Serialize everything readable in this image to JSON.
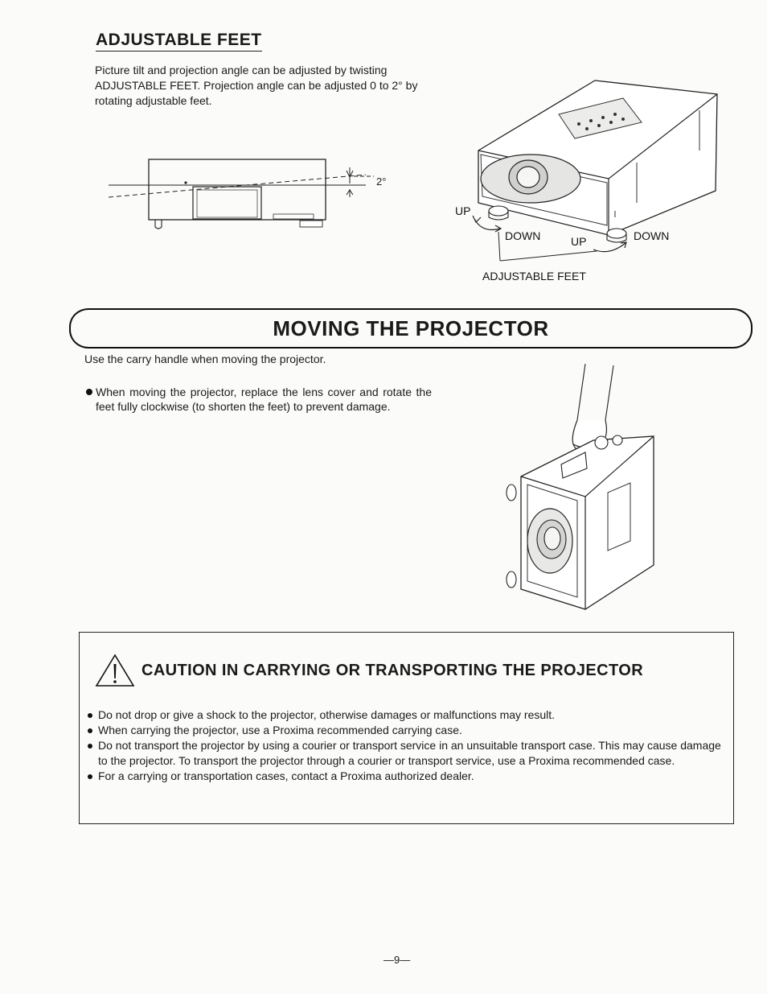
{
  "adjustable_feet": {
    "heading": "ADJUSTABLE FEET",
    "paragraph": "Picture tilt and projection angle can be adjusted by twisting ADJUSTABLE FEET. Projection angle can be adjusted 0 to 2° by rotating adjustable feet.",
    "angle_label": "2°",
    "label_up_left": "UP",
    "label_down_left": "DOWN",
    "label_up_right": "UP",
    "label_down_right": "DOWN",
    "label_feet": "ADJUSTABLE FEET"
  },
  "moving": {
    "title": "MOVING THE PROJECTOR",
    "intro": "Use the carry handle when moving the projector.",
    "bullet": "When moving the projector, replace the lens cover and rotate the feet fully clockwise (to shorten the feet) to prevent damage."
  },
  "caution": {
    "title": "CAUTION IN CARRYING OR TRANSPORTING THE PROJECTOR",
    "items": [
      "Do not drop or give a shock to the projector, otherwise damages or malfunctions may result.",
      "When carrying the projector, use a Proxima recommended carrying case.",
      "Do not transport the projector by using a courier or transport service in an unsuitable transport case. This may cause damage to the projector. To transport the projector through a courier or transport service, use a Proxima recommended case.",
      "For a carrying or transportation cases, contact a Proxima authorized dealer."
    ]
  },
  "footer": {
    "page_number": "—9—"
  }
}
